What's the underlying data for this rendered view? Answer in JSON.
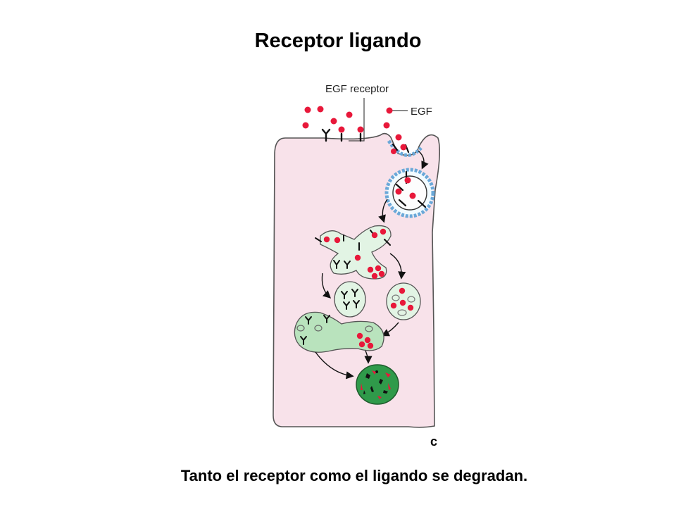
{
  "slide": {
    "title": "Receptor ligando",
    "caption": "Tanto el receptor como el ligando se degradan.",
    "panel_letter": "c"
  },
  "diagram": {
    "labels": {
      "receptor": "EGF receptor",
      "ligand": "EGF"
    },
    "colors": {
      "cell": "#f8e2ea",
      "ligand": "#e8183a",
      "coated_pit": "#6aa8d8",
      "endosome_light": "#e2f4e4",
      "endosome_mid": "#b9e3bd",
      "lysosome": "#2f9a4a"
    }
  }
}
